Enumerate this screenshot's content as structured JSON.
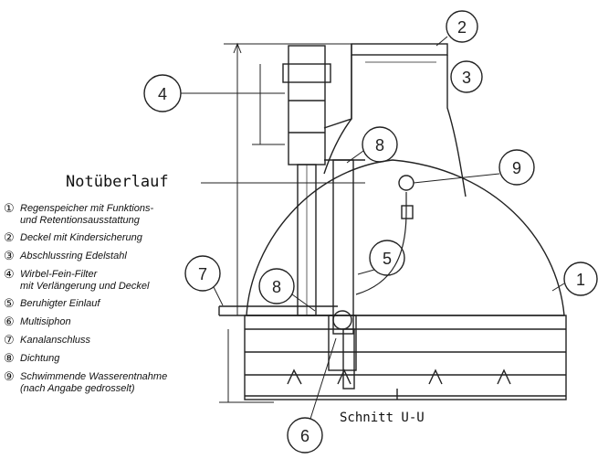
{
  "labels": {
    "notueberlauf": "Notüberlauf",
    "section": "Schnitt U-U"
  },
  "callouts": [
    "1",
    "2",
    "3",
    "4",
    "5",
    "6",
    "7",
    "8",
    "8",
    "9"
  ],
  "legend": [
    {
      "num": "①",
      "text": "Regenspeicher mit Funktions-\nund Retentionsausstattung"
    },
    {
      "num": "②",
      "text": "Deckel mit Kindersicherung"
    },
    {
      "num": "③",
      "text": "Abschlussring Edelstahl"
    },
    {
      "num": "④",
      "text": "Wirbel-Fein-Filter\nmit Verlängerung und Deckel"
    },
    {
      "num": "⑤",
      "text": "Beruhigter Einlauf"
    },
    {
      "num": "⑥",
      "text": "Multisiphon"
    },
    {
      "num": "⑦",
      "text": "Kanalanschluss"
    },
    {
      "num": "⑧",
      "text": "Dichtung"
    },
    {
      "num": "⑨",
      "text": "Schwimmende Wasserentnahme\n(nach Angabe gedrosselt)"
    }
  ]
}
